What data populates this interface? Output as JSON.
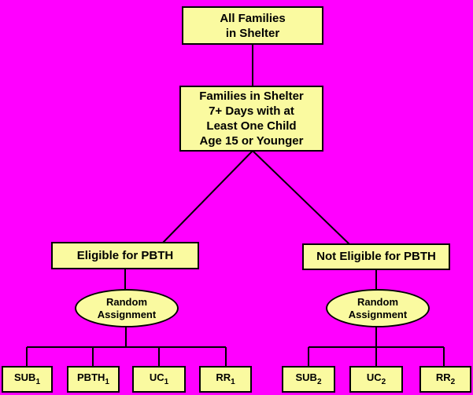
{
  "diagram": {
    "title_semantic": "PBTH family shelter study flow chart",
    "colors": {
      "background": "#FF00FF",
      "node_fill": "#FAFAA0",
      "node_border": "#000000",
      "connector": "#000000",
      "text": "#000000"
    },
    "nodes": {
      "all_families": {
        "line1": "All Families",
        "line2": "in Shelter"
      },
      "families_7days": {
        "line1": "Families in Shelter",
        "line2": "7+ Days with at",
        "line3": "Least One Child",
        "line4": "Age 15 or Younger"
      },
      "eligible": {
        "label": "Eligible for PBTH"
      },
      "not_eligible": {
        "label": "Not Eligible for PBTH"
      },
      "random_left": {
        "line1": "Random",
        "line2": "Assignment"
      },
      "random_right": {
        "line1": "Random",
        "line2": "Assignment"
      }
    },
    "leaves": [
      {
        "base": "SUB",
        "sub": "1"
      },
      {
        "base": "PBTH",
        "sub": "1"
      },
      {
        "base": "UC",
        "sub": "1"
      },
      {
        "base": "RR",
        "sub": "1"
      },
      {
        "base": "SUB",
        "sub": "2"
      },
      {
        "base": "UC",
        "sub": "2"
      },
      {
        "base": "RR",
        "sub": "2"
      }
    ]
  }
}
